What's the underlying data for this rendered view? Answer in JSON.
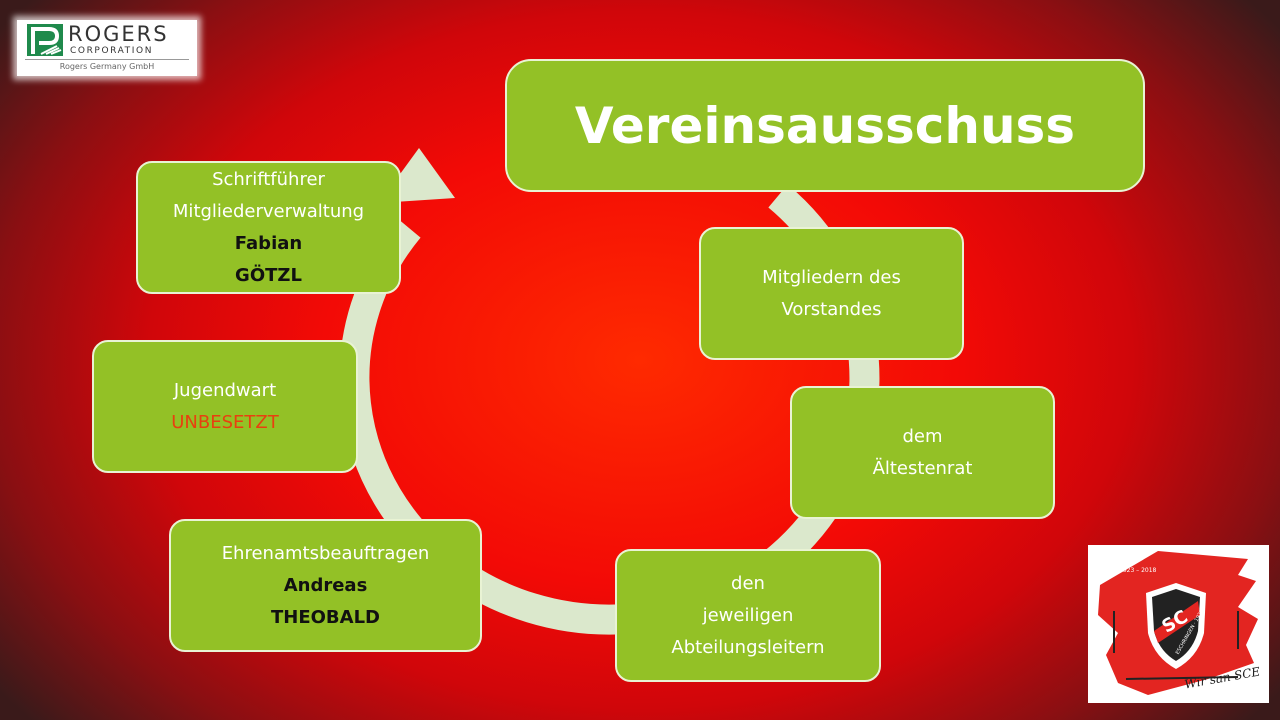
{
  "title": "Vereinsausschuss",
  "members": [
    {
      "lines": [
        "Mitgliedern des",
        "Vorstandes"
      ]
    },
    {
      "lines": [
        "dem",
        "Ältestenrat"
      ]
    },
    {
      "lines": [
        "den",
        "jeweiligen",
        "Abteilungsleitern"
      ]
    }
  ],
  "roles": [
    {
      "role": [
        "Schriftführer",
        "Mitgliederverwaltung"
      ],
      "person": [
        "Fabian",
        "GÖTZL"
      ]
    },
    {
      "role": [
        "Jugendwart"
      ],
      "vacant": "UNBESETZT"
    },
    {
      "role": [
        "Ehrenamtsbeauftragen"
      ],
      "person": [
        "Andreas",
        "THEOBALD"
      ]
    }
  ],
  "logos": {
    "company": {
      "name": "ROGERS",
      "subtitle": "CORPORATION",
      "entity": "Rogers Germany GmbH"
    },
    "club": {
      "letters": "SC",
      "years": "1923 – 2018",
      "place": "ESCHRINGEN · 1923",
      "slogan": "Wir san SCE"
    }
  },
  "colors": {
    "box_fill": "#93c126",
    "box_border": "#e9f3d4",
    "arrow": "#dbe8cc",
    "vacant_text": "#e8400f",
    "name_text": "#111111"
  }
}
